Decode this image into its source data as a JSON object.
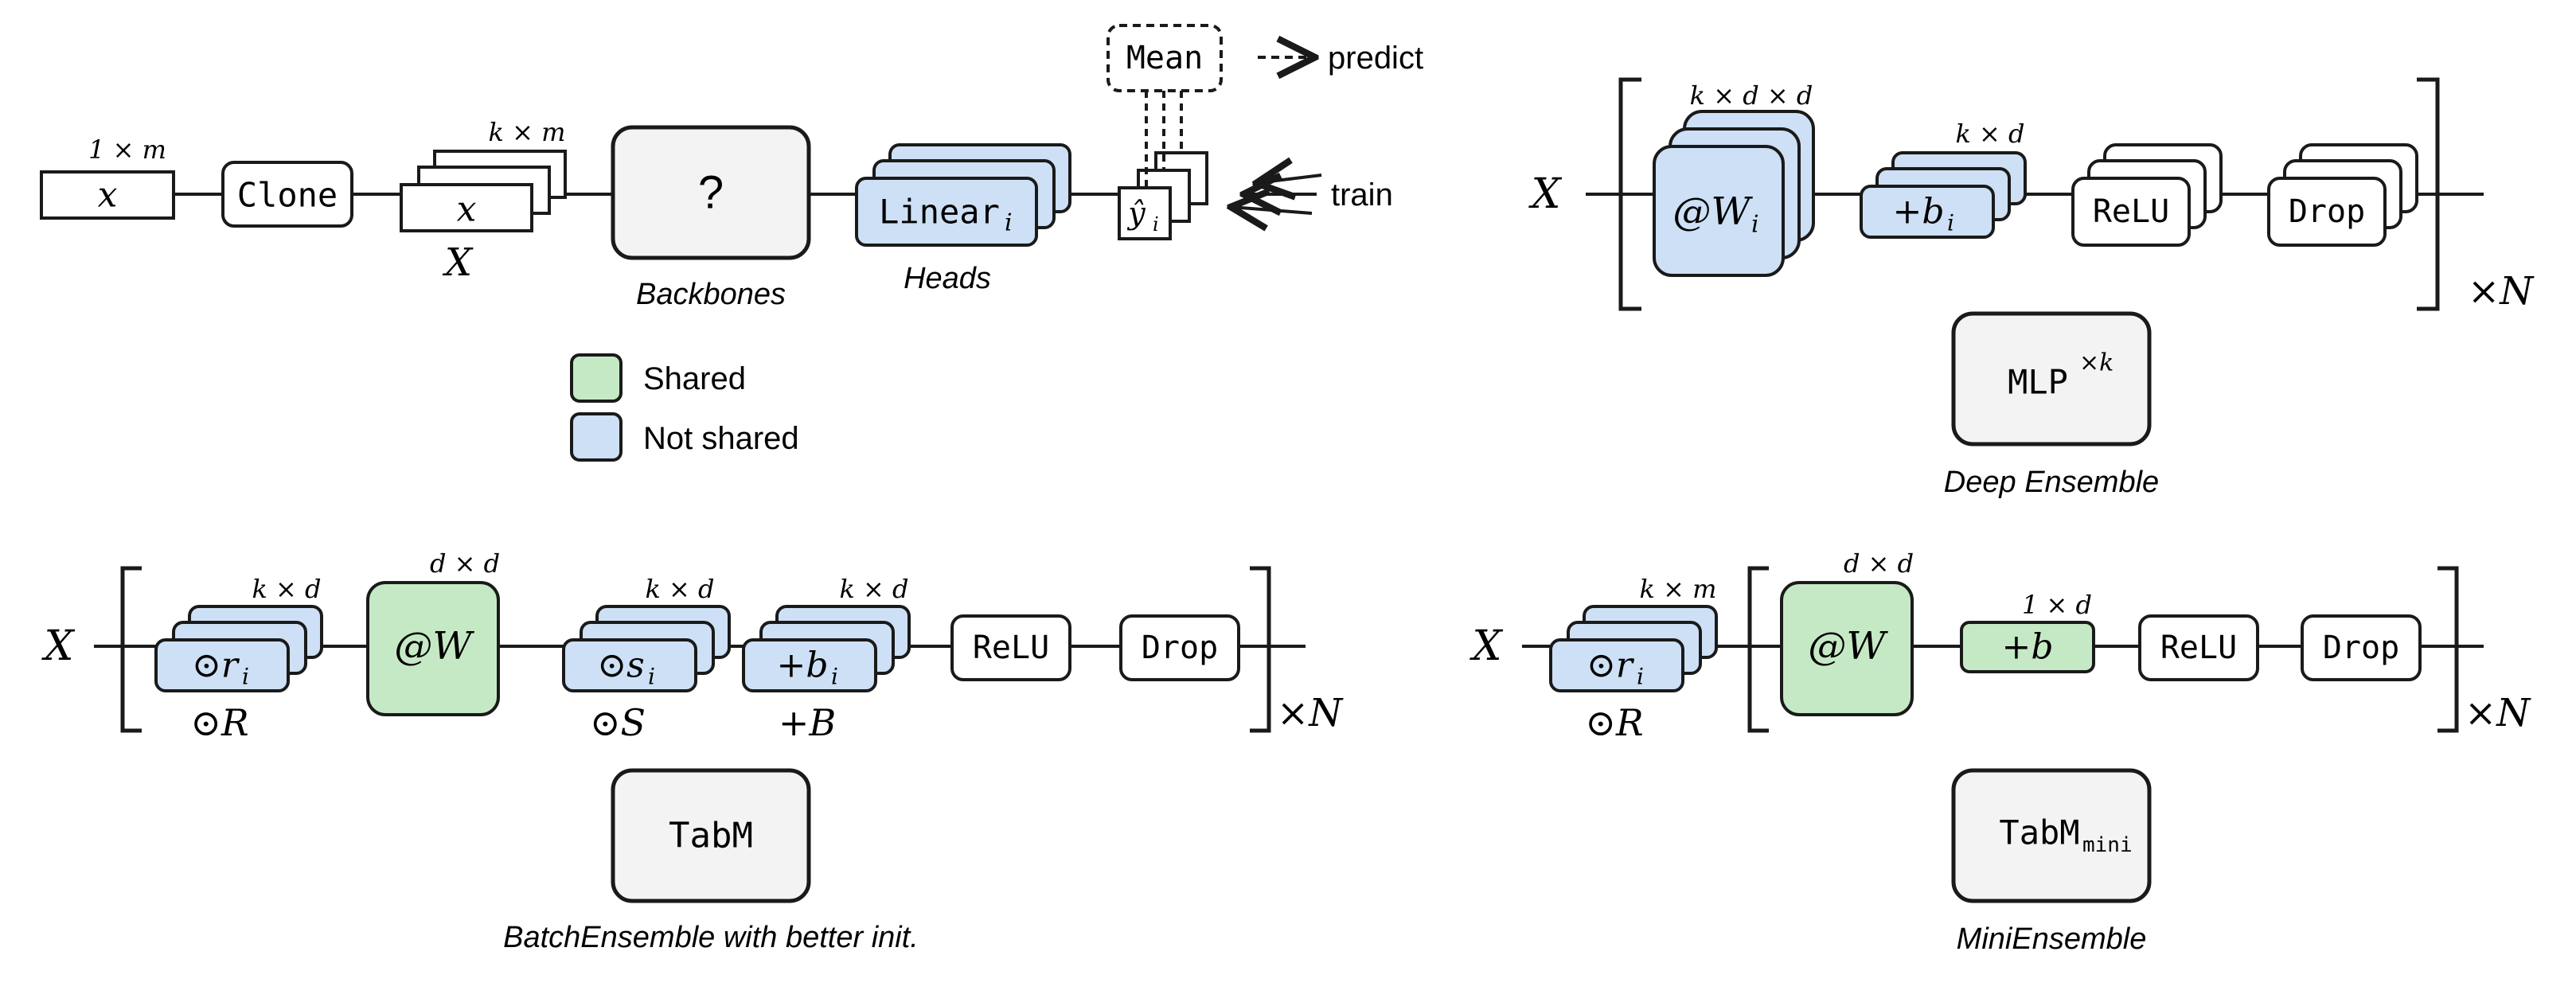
{
  "colors": {
    "shared": "#c6e9c5",
    "not_shared": "#cde0f5",
    "neutral": "#f3f3f3",
    "stroke": "#1a1a1a"
  },
  "pipeline": {
    "input_dim": "1 × m",
    "input_label": "x",
    "clone_label": "Clone",
    "cloned_dim": "k × m",
    "cloned_label": "x",
    "X_label": "X",
    "backbone_label": "?",
    "backbones_caption": "Backbones",
    "head_label": "Linear",
    "head_sub": "i",
    "heads_caption": "Heads",
    "output_label": "ŷ",
    "output_sub": "i",
    "mean_label": "Mean",
    "predict_label": "predict",
    "train_label": "train"
  },
  "legend": {
    "shared": "Shared",
    "not_shared": "Not shared"
  },
  "deep_ensemble": {
    "X_label": "X",
    "w_dim": "k × d × d",
    "w_label": "@W",
    "w_sub": "i",
    "b_dim": "k × d",
    "b_label": "+b",
    "b_sub": "i",
    "relu": "ReLU",
    "drop": "Drop",
    "repeat": "×N",
    "title": "MLP",
    "title_sup": "×k",
    "caption": "Deep Ensemble"
  },
  "batch_ensemble": {
    "X_label": "X",
    "r_dim": "k × d",
    "r_label": "⊙r",
    "r_sub": "i",
    "R_label": "⊙R",
    "w_dim": "d × d",
    "w_label": "@W",
    "s_dim": "k × d",
    "s_label": "⊙s",
    "s_sub": "i",
    "S_label": "⊙S",
    "b_dim": "k × d",
    "b_label": "+b",
    "b_sub": "i",
    "B_label": "+B",
    "relu": "ReLU",
    "drop": "Drop",
    "repeat": "×N",
    "title": "TabM",
    "caption": "BatchEnsemble with better init."
  },
  "mini_ensemble": {
    "X_label": "X",
    "r_dim": "k × m",
    "r_label": "⊙r",
    "r_sub": "i",
    "R_label": "⊙R",
    "w_dim": "d × d",
    "w_label": "@W",
    "b_dim": "1 × d",
    "b_label": "+b",
    "relu": "ReLU",
    "drop": "Drop",
    "repeat": "×N",
    "title": "TabM",
    "title_sub": "mini",
    "caption": "MiniEnsemble"
  }
}
